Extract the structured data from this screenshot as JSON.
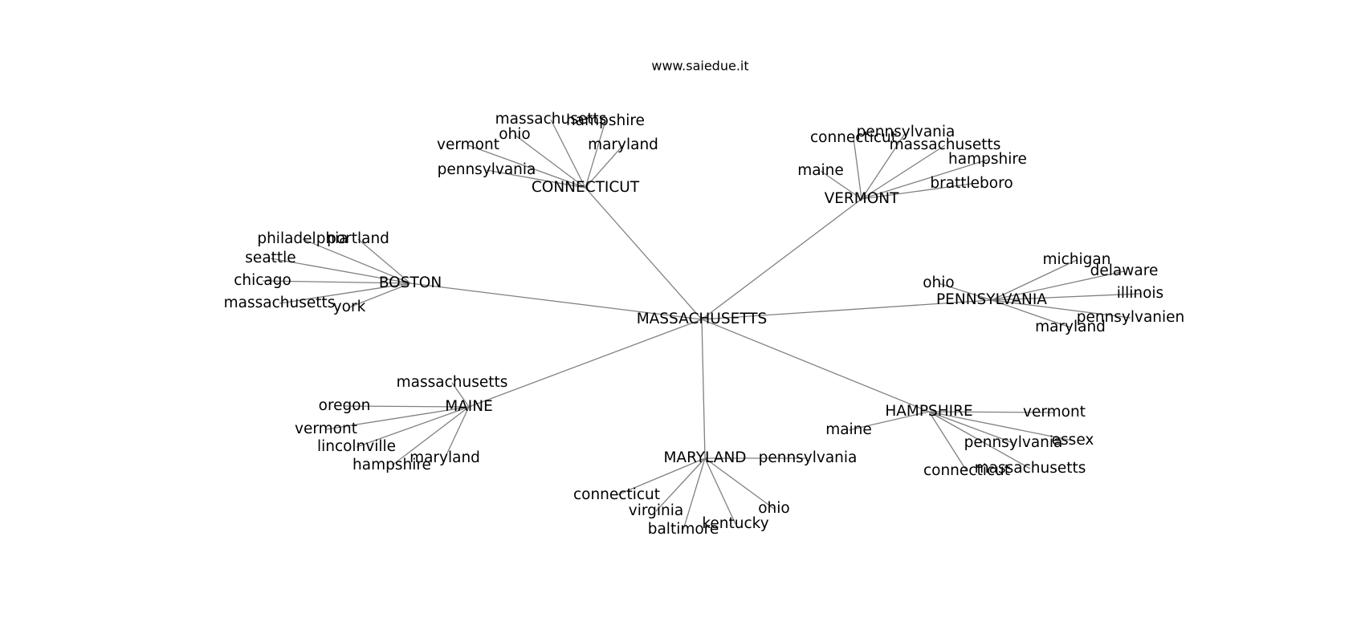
{
  "watermark": "www.saiedue.it",
  "graph": {
    "center": "MASSACHUSETTS",
    "hubs": [
      {
        "label": "CONNECTICUT",
        "leaves": [
          "massachusetts",
          "hampshire",
          "ohio",
          "vermont",
          "maryland",
          "pennsylvania"
        ]
      },
      {
        "label": "VERMONT",
        "leaves": [
          "connecticut",
          "pennsylvania",
          "massachusetts",
          "hampshire",
          "maine",
          "brattleboro"
        ]
      },
      {
        "label": "BOSTON",
        "leaves": [
          "philadelphia",
          "portland",
          "seattle",
          "chicago",
          "massachusetts",
          "york"
        ]
      },
      {
        "label": "PENNSYLVANIA",
        "leaves": [
          "michigan",
          "delaware",
          "ohio",
          "illinois",
          "pennsylvanien",
          "maryland"
        ]
      },
      {
        "label": "MAINE",
        "leaves": [
          "massachusetts",
          "oregon",
          "vermont",
          "lincolnville",
          "maryland",
          "hampshire"
        ]
      },
      {
        "label": "HAMPSHIRE",
        "leaves": [
          "vermont",
          "maine",
          "essex",
          "pennsylvania",
          "massachusetts",
          "connecticut"
        ]
      },
      {
        "label": "MARYLAND",
        "leaves": [
          "pennsylvania",
          "connecticut",
          "ohio",
          "virginia",
          "kentucky",
          "baltimore"
        ]
      }
    ]
  }
}
